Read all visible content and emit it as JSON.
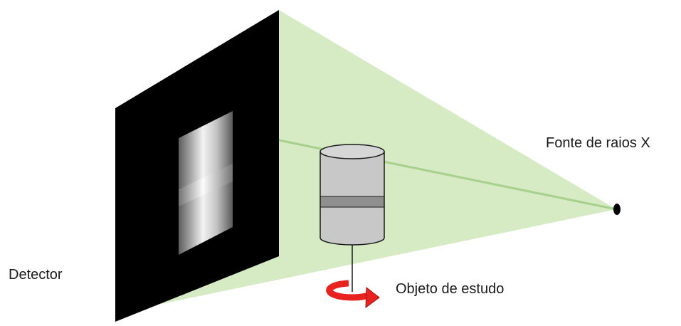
{
  "labels": {
    "source": "Fonte de raios X",
    "detector": "Detector",
    "object": "Objeto de estudo"
  },
  "colors": {
    "beam_fill": "#d6eac4",
    "central_ray": "#a8d08d",
    "detector_panel": "#000000",
    "cylinder_body": "#c8c8c8",
    "cylinder_band": "#8f8f8f",
    "rotation_arrow": "#e8231f",
    "source_point": "#000000"
  },
  "icons": {
    "source": "point-source",
    "rotation": "rotation-arrow"
  }
}
